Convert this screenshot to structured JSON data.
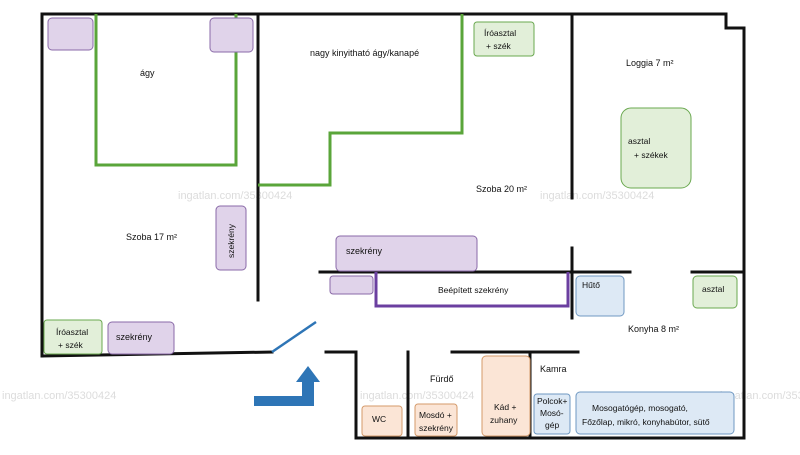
{
  "rooms": {
    "szoba17": "Szoba 17 m²",
    "szoba20": "Szoba 20 m²",
    "loggia": "Loggia 7 m²",
    "konyha": "Konyha 8 m²",
    "furdo": "Fürdő",
    "kamra": "Kamra"
  },
  "furniture": {
    "agy": "ágy",
    "kanape": "nagy kinyitható ágy/kanapé",
    "iroasztal_top_1": "Íróasztal",
    "iroasztal_top_2": "+ szék",
    "asztal_loggia_1": "asztal",
    "asztal_loggia_2": "+ székek",
    "szekreny_vertical": "szekrény",
    "szekreny_middle": "szekrény",
    "beepitett": "Beépített szekrény",
    "huto": "Hűtő",
    "asztal_konyha": "asztal",
    "iroasztal_left_1": "Íróasztal",
    "iroasztal_left_2": "+ szék",
    "szekreny_bottom": "szekrény",
    "wc": "WC",
    "mosdo_1": "Mosdó +",
    "mosdo_2": "szekrény",
    "kad_1": "Kád +",
    "kad_2": "zuhany",
    "polcok_1": "Polcok+",
    "polcok_2": "Mosó-",
    "polcok_3": "gép",
    "konyha_line1": "Mosogatógép, mosogató,",
    "konyha_line2": "Főzőlap, mikró, konyhabútor, sütő"
  },
  "watermarks": [
    "ingatlan.com/35300424",
    "ingatlan.com/35300424",
    "ingatlan.com/35300424",
    "ingatlan.com/35300424",
    "ingatlan.com/35300424"
  ],
  "colors": {
    "purple_fill": "#e0d3ea",
    "purple_stroke": "#8a6aa8",
    "green_fill": "#e2efd9",
    "green_stroke": "#6aa84f",
    "blue_fill": "#dde9f5",
    "blue_stroke": "#6f98c2",
    "orange_fill": "#fbe5d6",
    "orange_stroke": "#d49a6a",
    "arrow": "#2e75b6"
  }
}
